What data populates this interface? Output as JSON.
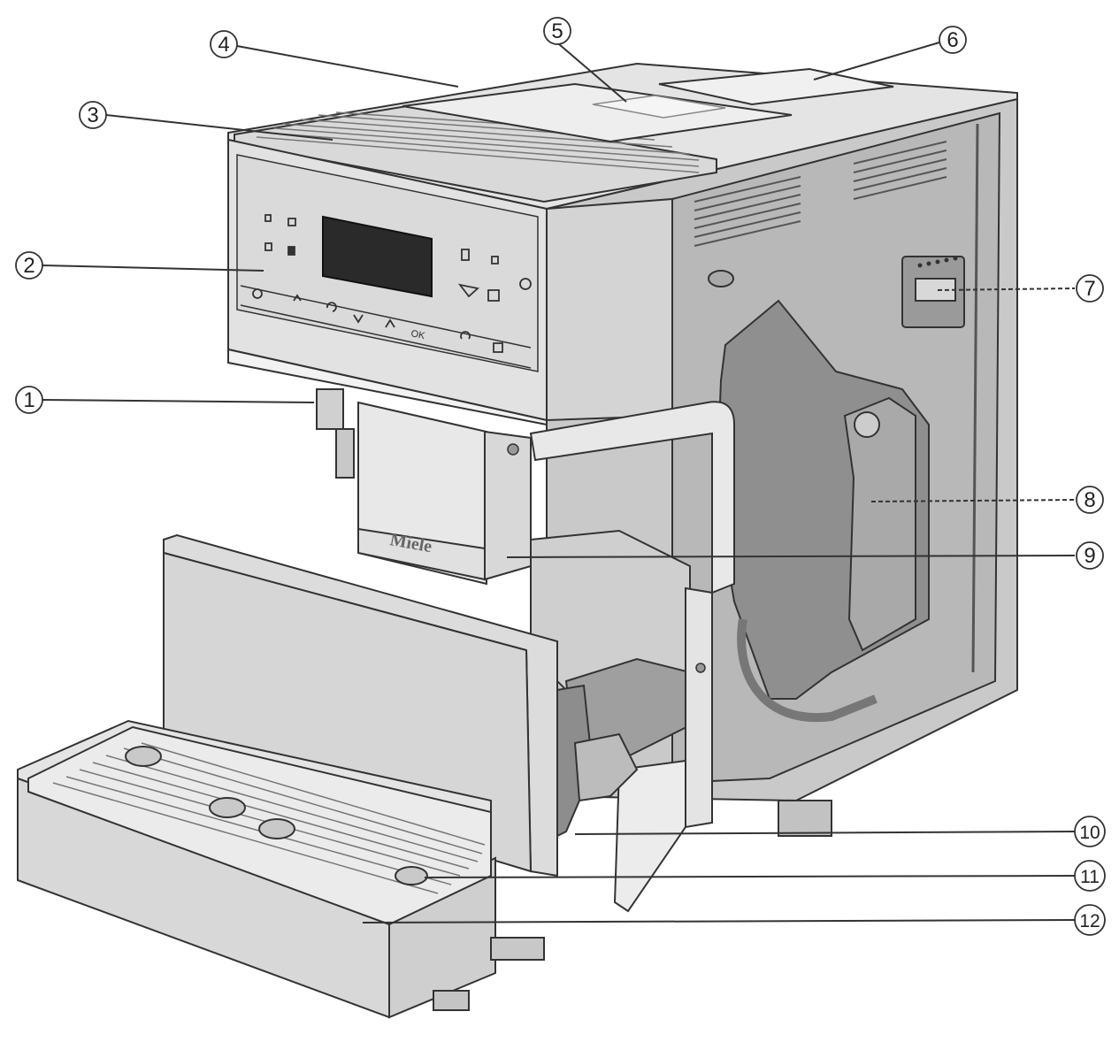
{
  "brand": {
    "name": "Miele"
  },
  "panel": {
    "labels": [
      "OK"
    ]
  },
  "callouts": [
    {
      "num": "1",
      "label": ""
    },
    {
      "num": "2",
      "label": ""
    },
    {
      "num": "3",
      "label": ""
    },
    {
      "num": "4",
      "label": ""
    },
    {
      "num": "5",
      "label": ""
    },
    {
      "num": "6",
      "label": ""
    },
    {
      "num": "7",
      "label": ""
    },
    {
      "num": "8",
      "label": ""
    },
    {
      "num": "9",
      "label": ""
    },
    {
      "num": "10",
      "label": ""
    },
    {
      "num": "11",
      "label": ""
    },
    {
      "num": "12",
      "label": ""
    }
  ],
  "colors": {
    "line": "#333333",
    "body_light": "#e6e6e6",
    "body_mid": "#d2d2d2",
    "body_dark": "#b5b5b5",
    "display": "#2a2a2a"
  }
}
